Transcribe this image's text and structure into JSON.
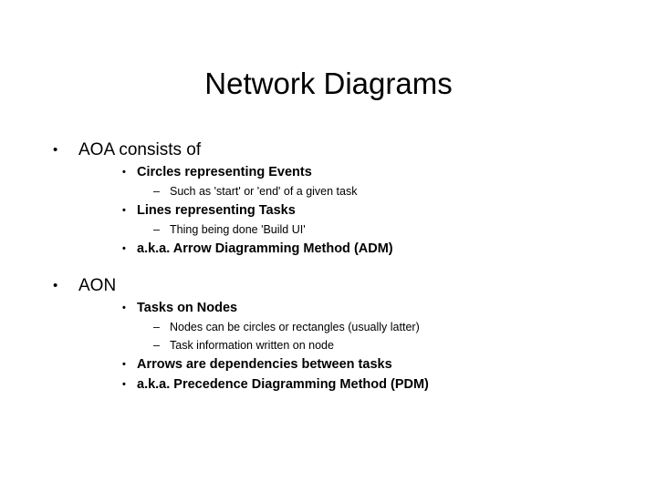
{
  "slide": {
    "title": "Network Diagrams",
    "background_color": "#ffffff",
    "text_color": "#000000",
    "bullet_marker_level1": "•",
    "bullet_marker_level2": "•",
    "bullet_marker_level3": "–",
    "sections": [
      {
        "heading": "AOA consists of",
        "items": [
          {
            "label": "Circles representing Events",
            "subitems": [
              {
                "label": "Such as 'start' or 'end' of a given task"
              }
            ]
          },
          {
            "label": "Lines representing Tasks",
            "subitems": [
              {
                "label": "Thing being done 'Build UI'"
              }
            ]
          },
          {
            "label": "a.k.a. Arrow Diagramming Method (ADM)",
            "subitems": []
          }
        ]
      },
      {
        "heading": "AON",
        "items": [
          {
            "label": "Tasks on Nodes",
            "subitems": [
              {
                "label": "Nodes can be circles or rectangles (usually latter)"
              },
              {
                "label": "Task information written on node"
              }
            ]
          },
          {
            "label": "Arrows are dependencies between tasks",
            "subitems": []
          },
          {
            "label": "a.k.a. Precedence Diagramming Method (PDM)",
            "subitems": []
          }
        ]
      }
    ]
  }
}
